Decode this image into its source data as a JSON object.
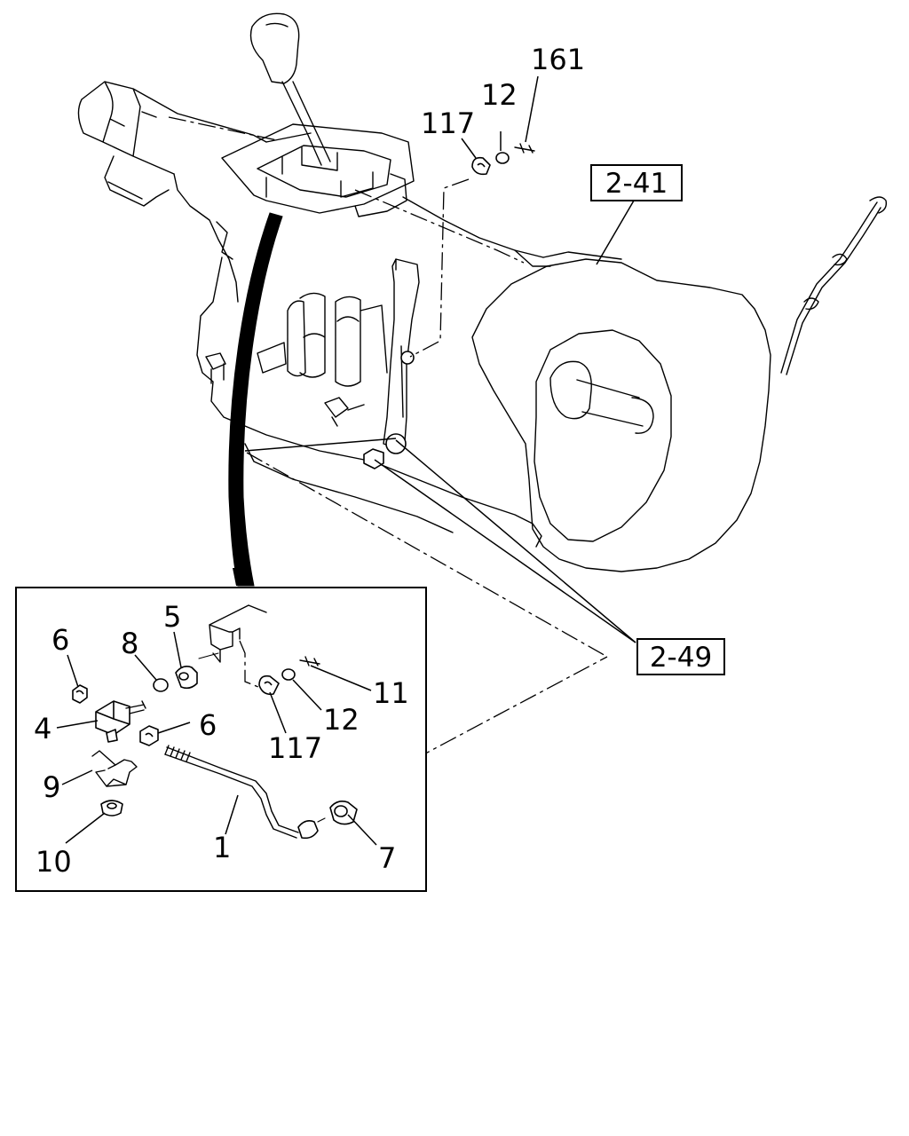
{
  "diagram": {
    "reference_boxes": [
      {
        "id": "ref-2-41",
        "text": "2-41"
      },
      {
        "id": "ref-2-49",
        "text": "2-49"
      }
    ],
    "callouts_main": [
      {
        "id": "c117-top",
        "text": "117"
      },
      {
        "id": "c12-top",
        "text": "12"
      },
      {
        "id": "c161",
        "text": "161"
      }
    ],
    "callouts_inset": [
      {
        "id": "c6a",
        "text": "6"
      },
      {
        "id": "c8",
        "text": "8"
      },
      {
        "id": "c5",
        "text": "5"
      },
      {
        "id": "c4",
        "text": "4"
      },
      {
        "id": "c6b",
        "text": "6"
      },
      {
        "id": "c11",
        "text": "11"
      },
      {
        "id": "c12",
        "text": "12"
      },
      {
        "id": "c117",
        "text": "117"
      },
      {
        "id": "c9",
        "text": "9"
      },
      {
        "id": "c10",
        "text": "10"
      },
      {
        "id": "c1",
        "text": "1"
      },
      {
        "id": "c7",
        "text": "7"
      }
    ]
  }
}
